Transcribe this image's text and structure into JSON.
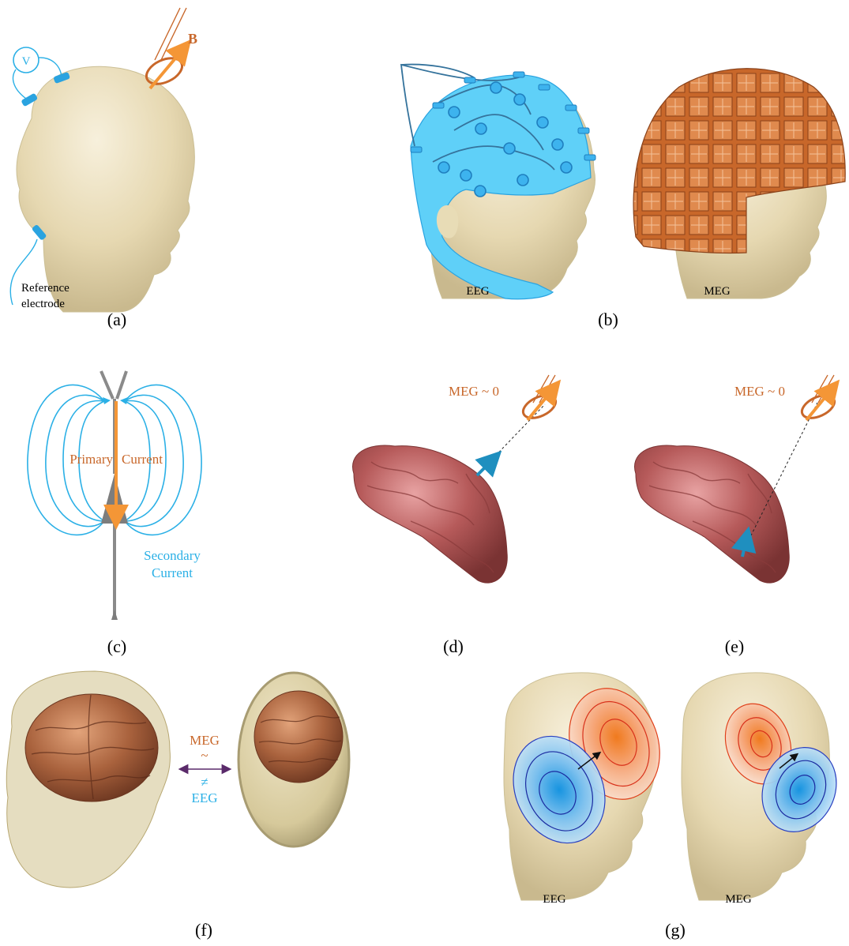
{
  "panels": {
    "a": {
      "caption": "(a)",
      "voltmeter_symbol": "V",
      "field_symbol": "B",
      "reference_label_line1": "Reference",
      "reference_label_line2": "electrode"
    },
    "b": {
      "caption": "(b)",
      "left_label": "EEG",
      "right_label": "MEG"
    },
    "c": {
      "caption": "(c)",
      "primary_word1": "Primary",
      "primary_word2": "Current",
      "secondary_word1": "Secondary",
      "secondary_word2": "Current"
    },
    "d": {
      "caption": "(d)",
      "meg_label": "MEG ~ 0"
    },
    "e": {
      "caption": "(e)",
      "meg_label": "MEG ~ 0"
    },
    "f": {
      "caption": "(f)",
      "meg_label": "MEG",
      "approx_symbol": "~",
      "neq_symbol": "≠",
      "eeg_label": "EEG"
    },
    "g": {
      "caption": "(g)",
      "left_label": "EEG",
      "right_label": "MEG"
    }
  },
  "colors": {
    "head": "#e8dcb6",
    "eeg_blue": "#2bb0e6",
    "cap_blue": "#5fd0f8",
    "meg_orange": "#c8672a",
    "arrow_orange": "#f49636",
    "brain": "#b84f50",
    "brain_copper": "#a9663f",
    "purple": "#5a2a6a"
  }
}
